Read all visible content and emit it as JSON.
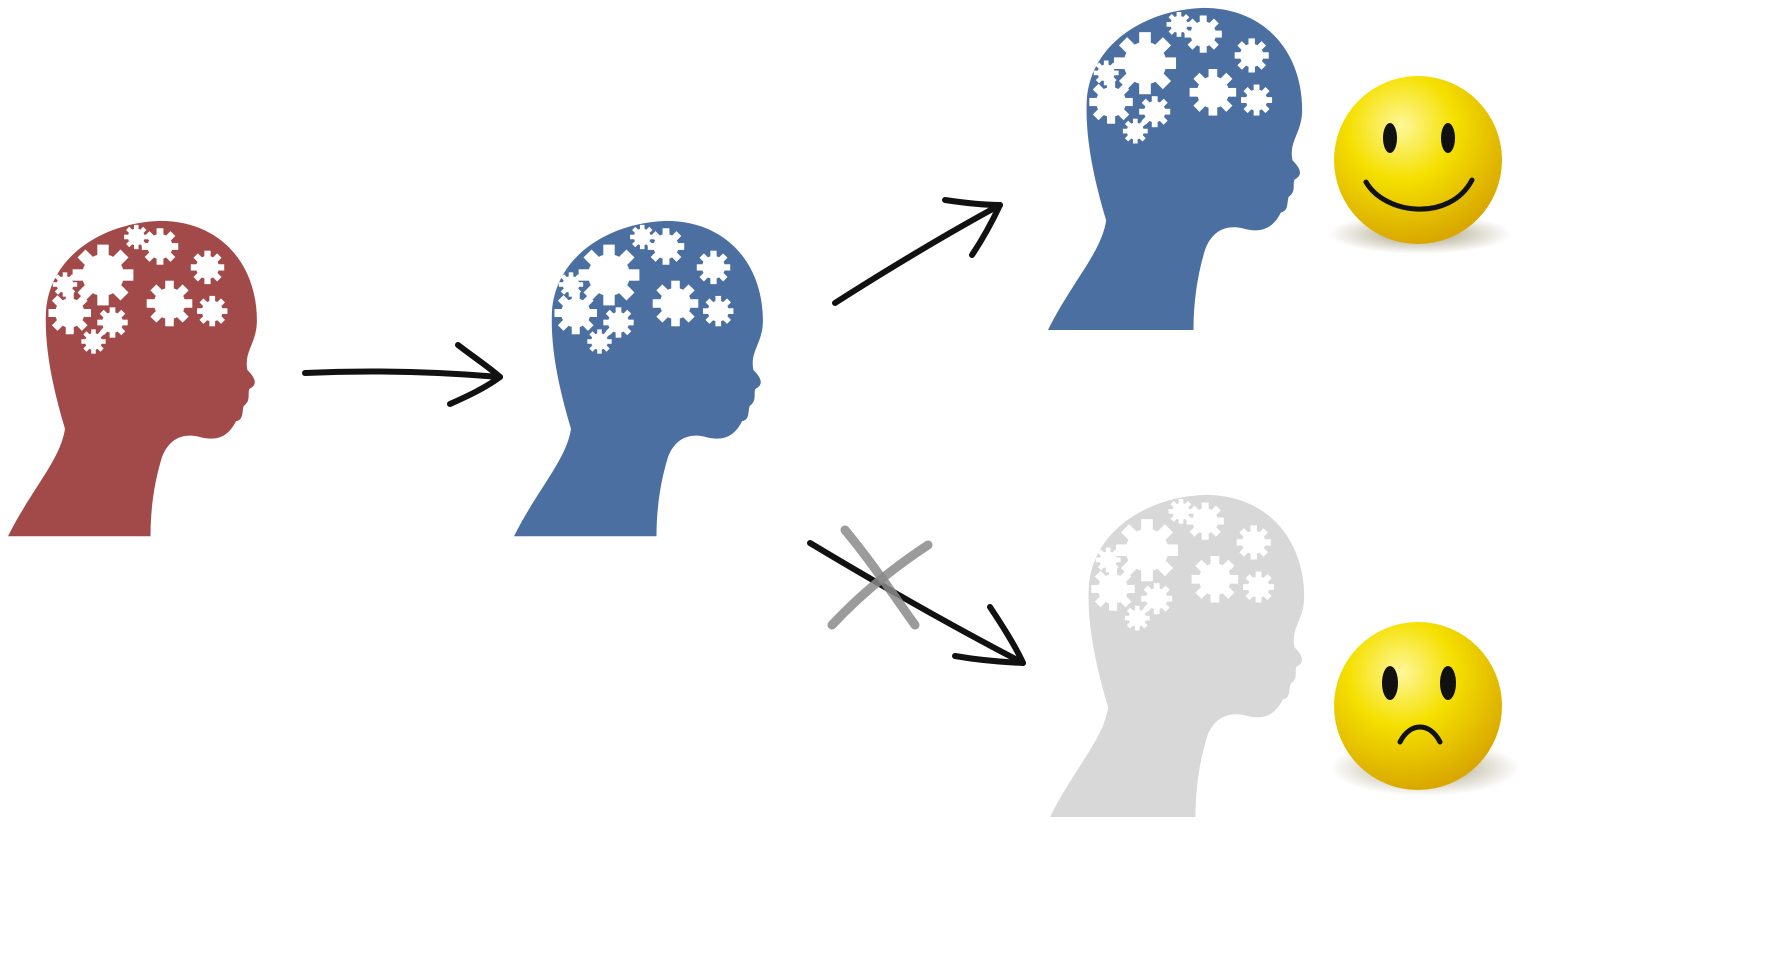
{
  "diagram": {
    "nodes": [
      {
        "id": "origin-head",
        "role": "source",
        "color": "#a24a4a"
      },
      {
        "id": "middle-head",
        "role": "intermediate",
        "color": "#4a6fa0"
      },
      {
        "id": "success-head",
        "role": "outcome-success",
        "color": "#4a6fa0"
      },
      {
        "id": "blocked-head",
        "role": "outcome-blocked",
        "color": "#d8d8d8"
      }
    ],
    "edges": [
      {
        "from": "origin-head",
        "to": "middle-head",
        "state": "active"
      },
      {
        "from": "middle-head",
        "to": "success-head",
        "state": "active"
      },
      {
        "from": "middle-head",
        "to": "blocked-head",
        "state": "crossed-out"
      }
    ],
    "emojis": [
      {
        "id": "happy-face",
        "mood": "happy",
        "color": "#f5d800"
      },
      {
        "id": "sad-face",
        "mood": "sad",
        "color": "#f5d800"
      }
    ],
    "colors": {
      "red_head": "#a24a4a",
      "blue_head": "#4a6fa0",
      "gray_head": "#d8d8d8",
      "gear": "#ffffff",
      "arrow": "#111111",
      "cross_mark": "#8a8a8a",
      "emoji_yellow": "#f5d800"
    }
  }
}
